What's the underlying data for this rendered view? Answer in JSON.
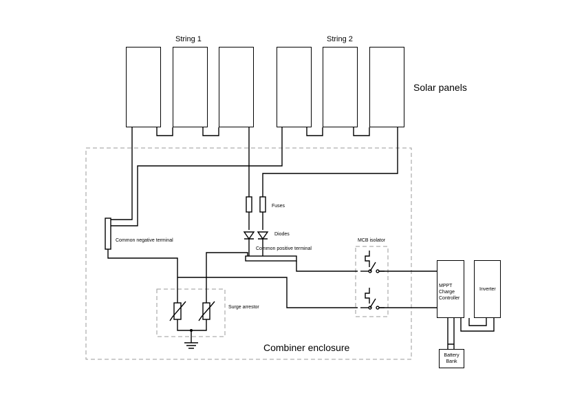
{
  "labels": {
    "string1": "String 1",
    "string2": "String 2",
    "solar_panels": "Solar panels",
    "fuses": "Fuses",
    "diodes": "Diodes",
    "common_negative": "Common negative terminal",
    "common_positive": "Common positive terminal",
    "mcb_isolator": "MCB isolator",
    "surge_arrestor": "Surge arrestor",
    "combiner_enclosure": "Combiner enclosure",
    "mppt_line1": "MPPT",
    "mppt_line2": "Charge",
    "mppt_line3": "Controller",
    "inverter": "Inverter",
    "battery_line1": "Battery",
    "battery_line2": "Bank"
  }
}
